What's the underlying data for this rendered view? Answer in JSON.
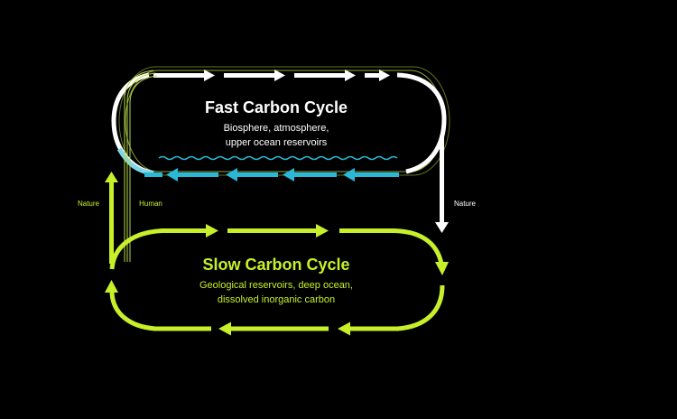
{
  "fast_cycle": {
    "title": "Fast Carbon Cycle",
    "subtitle_line1": "Biosphere, atmosphere,",
    "subtitle_line2": "upper ocean reservoirs"
  },
  "slow_cycle": {
    "title": "Slow Carbon Cycle",
    "subtitle_line1": "Geological reservoirs, deep ocean,",
    "subtitle_line2": "dissolved inorganic carbon"
  },
  "flows": {
    "nature_up_label": "Nature",
    "human_label": "Human",
    "nature_down_label": "Nature"
  },
  "colors": {
    "background": "#000000",
    "fast_loop": "#ffffff",
    "slow_loop": "#c8f02a",
    "ocean": "#2bb8d6",
    "fast_text": "#ffffff",
    "slow_text": "#c8f02a"
  }
}
